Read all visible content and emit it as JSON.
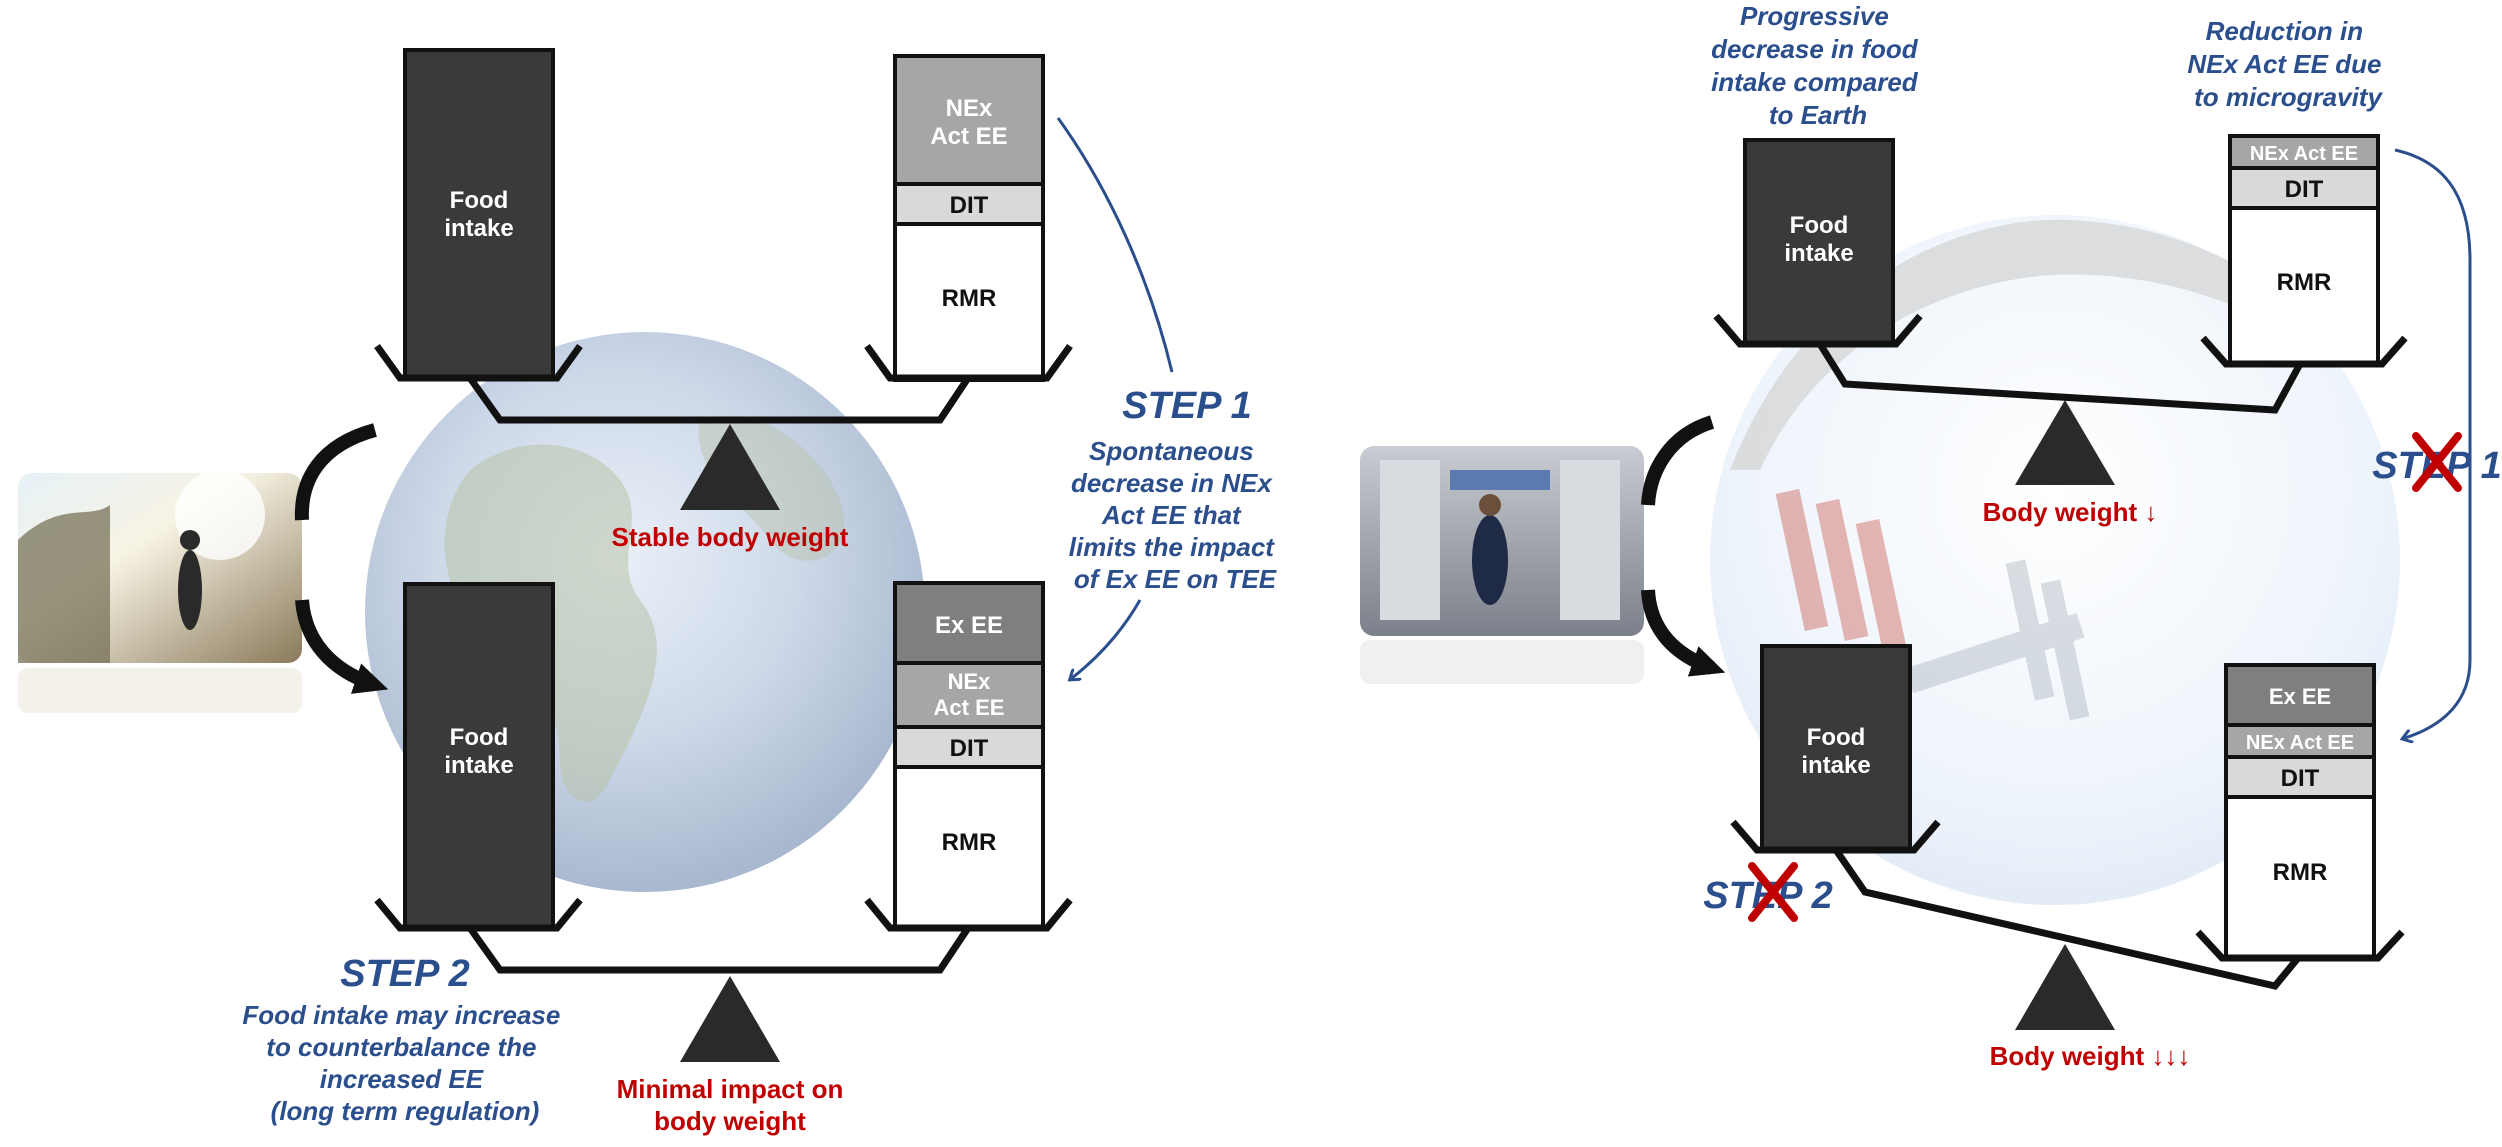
{
  "left": {
    "top_scale": {
      "food": [
        "Food",
        "intake"
      ],
      "nex": [
        "NEx",
        "Act EE"
      ],
      "dit": "DIT",
      "rmr": "RMR",
      "status": "Stable body weight"
    },
    "bottom_scale": {
      "food": [
        "Food",
        "intake"
      ],
      "ex": "Ex EE",
      "nex": [
        "NEx",
        "Act EE"
      ],
      "dit": "DIT",
      "rmr": "RMR",
      "status": [
        "Minimal impact on",
        "body weight"
      ]
    },
    "step1": {
      "title": "STEP 1",
      "text": [
        "Spontaneous",
        "decrease in NEx",
        "Act EE that",
        "limits the impact",
        "of Ex EE on TEE"
      ]
    },
    "step2": {
      "title": "STEP 2",
      "text": [
        "Food intake may increase",
        "to counterbalance the",
        "increased EE",
        "(long term regulation)"
      ]
    }
  },
  "right": {
    "note_food": [
      "Progressive",
      "decrease in food",
      "intake compared",
      "to Earth"
    ],
    "note_nex": [
      "Reduction in",
      "NEx Act EE due",
      "to microgravity"
    ],
    "top_scale": {
      "food": [
        "Food",
        "intake"
      ],
      "nex": "NEx Act EE",
      "dit": "DIT",
      "rmr": "RMR",
      "status": "Body weight ↓"
    },
    "bottom_scale": {
      "food": [
        "Food",
        "intake"
      ],
      "ex": "Ex EE",
      "nex": "NEx Act EE",
      "dit": "DIT",
      "rmr": "RMR",
      "status": "Body weight ↓↓↓"
    },
    "step1": "STEP 1",
    "step2": "STEP 2"
  },
  "colors": {
    "dark_block": "#3a3a3a",
    "nex_block": "#a6a6a6",
    "ex_block": "#7f7f7f",
    "dit_block": "#d9d9d9",
    "step_blue": "#2b4e8c",
    "weight_red": "#c00000"
  }
}
